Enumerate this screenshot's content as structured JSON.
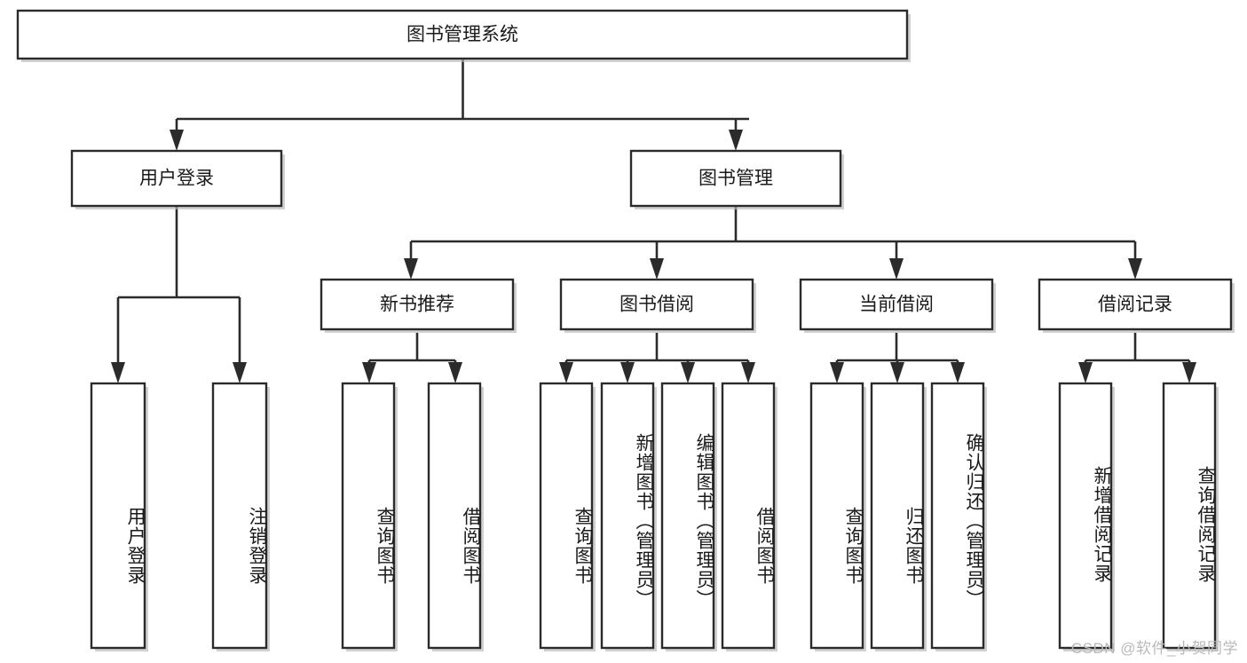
{
  "diagram": {
    "type": "tree-hierarchy",
    "title": "图书管理系统",
    "watermark": "CSDN @软件_小贺同学",
    "colors": {
      "stroke": "#2b2b2b",
      "fill": "#ffffff",
      "shadow": "#b8b8b8",
      "text": "#1a1a1a",
      "watermark": "#b9b9b9"
    },
    "nodes": {
      "root": {
        "label": "图书管理系统",
        "orientation": "horizontal"
      },
      "l2": [
        {
          "label": "用户登录",
          "orientation": "horizontal"
        },
        {
          "label": "图书管理",
          "orientation": "horizontal"
        }
      ],
      "l3": [
        {
          "label": "新书推荐",
          "orientation": "horizontal"
        },
        {
          "label": "图书借阅",
          "orientation": "horizontal"
        },
        {
          "label": "当前借阅",
          "orientation": "horizontal"
        },
        {
          "label": "借阅记录",
          "orientation": "horizontal"
        }
      ],
      "leaves_user": [
        {
          "label": "用户登录",
          "orientation": "vertical"
        },
        {
          "label": "注销登录",
          "orientation": "vertical"
        }
      ],
      "leaves_newbook": [
        {
          "label": "查询图书",
          "orientation": "vertical"
        },
        {
          "label": "借阅图书",
          "orientation": "vertical"
        }
      ],
      "leaves_borrow": [
        {
          "label": "查询图书",
          "orientation": "vertical"
        },
        {
          "label": "新增图书（管理员）",
          "orientation": "vertical"
        },
        {
          "label": "编辑图书（管理员）",
          "orientation": "vertical"
        },
        {
          "label": "借阅图书",
          "orientation": "vertical"
        }
      ],
      "leaves_current": [
        {
          "label": "查询图书",
          "orientation": "vertical"
        },
        {
          "label": "归还图书",
          "orientation": "vertical"
        },
        {
          "label": "确认归还（管理员）",
          "orientation": "vertical"
        }
      ],
      "leaves_record": [
        {
          "label": "新增借阅记录",
          "orientation": "vertical"
        },
        {
          "label": "查询借阅记录",
          "orientation": "vertical"
        }
      ]
    }
  }
}
